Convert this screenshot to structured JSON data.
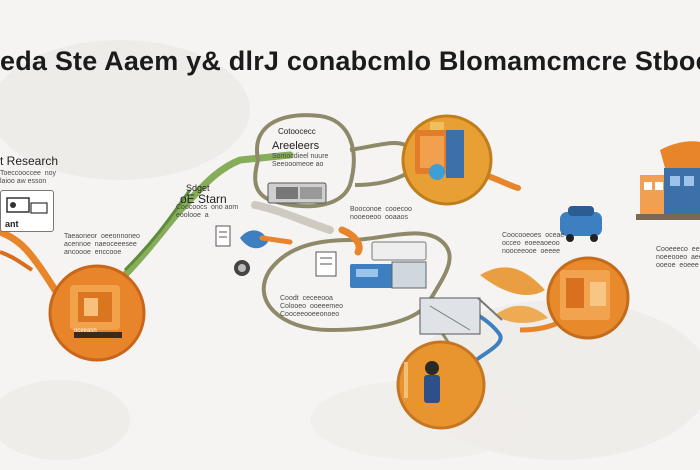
{
  "title": "eda Ste Aaem y& dlrJ conabcmlo Blomamcmcre Stboe",
  "labels": {
    "research": "t Research",
    "research_sub": "Toeccooccee  noy\nlaioo aw esson",
    "box_label": "ant",
    "left_note": "Taeaoneor  oeeonnoneo\nacennoe  naeoceeesee\nancoooe  enccooe",
    "left_circle_label": "oceeasn",
    "stage_title": "Cotoocecc",
    "stage_sub": "Areeleers",
    "stage_sub2": "Somocdieel nuure\nSeeooomeoe ao",
    "start_pre": "Sdget",
    "start_main": "oE  Starn",
    "start_note": "Coocoocs  ono aom\neoolooe  a",
    "mid_note": "Booconoe  cooecoo\nnooeoeoo  ooaaos",
    "bottom_note": "Coodt  ceceeooa\nColooeo  ooeeemeo\nCooceeooeeonoeo",
    "right_note": "Coocooeoes  oceae\nocceo  eoeeaoeoo\nnooceeooe  oeeee",
    "far_right_note": "Cooeeeco  eeo\nnoeeooeo  aee\nooeoe  eoeee"
  },
  "colors": {
    "orange": "#e8852a",
    "green": "#86ad59",
    "olive": "#a8a07a",
    "blue": "#3d7fc1"
  }
}
